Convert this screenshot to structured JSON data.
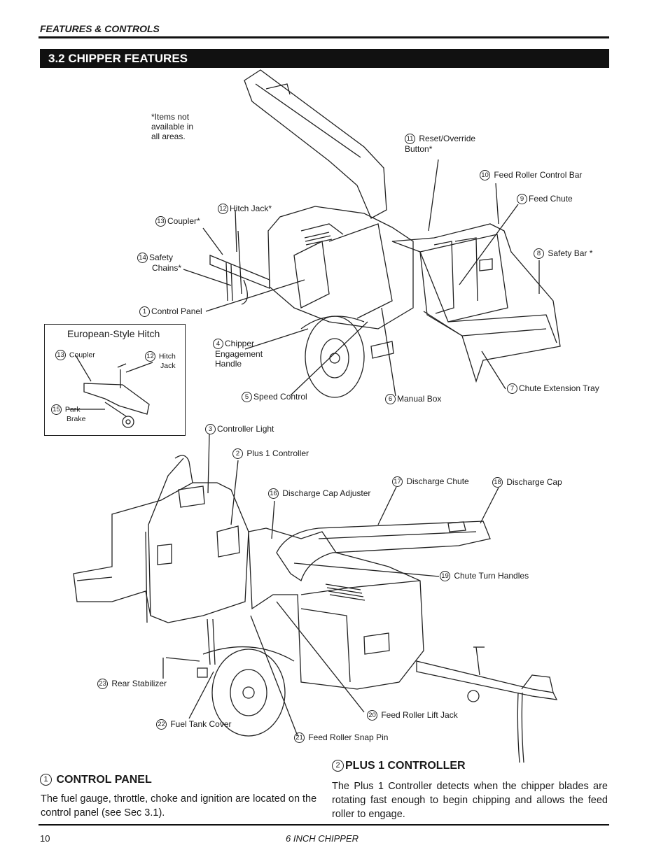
{
  "header": {
    "section": "FEATURES & CONTROLS"
  },
  "section_title": "3.2  CHIPPER FEATURES",
  "note": [
    "*Items not",
    "available in",
    "all areas."
  ],
  "callouts": {
    "c11": {
      "num": "11",
      "line1": "Reset/Override",
      "line2": "Button*"
    },
    "c10": {
      "num": "10",
      "text": "Feed Roller Control Bar"
    },
    "c9": {
      "num": "9",
      "text": "Feed Chute"
    },
    "c8": {
      "num": "8",
      "text": "Safety Bar *"
    },
    "c12": {
      "num": "12",
      "text": "Hitch Jack*"
    },
    "c13": {
      "num": "13",
      "text": "Coupler*"
    },
    "c14": {
      "num": "14",
      "line1": "Safety",
      "line2": "Chains*"
    },
    "c1": {
      "num": "1",
      "text": "Control Panel"
    },
    "c4": {
      "num": "4",
      "line1": "Chipper",
      "line2": "Engagement",
      "line3": "Handle"
    },
    "c5": {
      "num": "5",
      "text": "Speed Control"
    },
    "c6": {
      "num": "6",
      "text": "Manual Box"
    },
    "c7": {
      "num": "7",
      "text": "Chute Extension Tray"
    },
    "c3": {
      "num": "3",
      "text": "Controller Light"
    },
    "c2": {
      "num": "2",
      "text": "Plus 1 Controller"
    },
    "c16": {
      "num": "16",
      "text": "Discharge Cap Adjuster"
    },
    "c17": {
      "num": "17",
      "text": "Discharge Chute"
    },
    "c18": {
      "num": "18",
      "text": "Discharge Cap"
    },
    "c19": {
      "num": "19",
      "text": "Chute Turn Handles"
    },
    "c23": {
      "num": "23",
      "text": "Rear Stabilizer"
    },
    "c22": {
      "num": "22",
      "text": "Fuel Tank Cover"
    },
    "c20": {
      "num": "20",
      "text": "Feed Roller Lift Jack"
    },
    "c21": {
      "num": "21",
      "text": "Feed Roller Snap Pin"
    }
  },
  "euro_hitch": {
    "title": "European-Style Hitch",
    "coupler": {
      "num": "13",
      "text": "Coupler"
    },
    "jack": {
      "num": "12",
      "line1": "Hitch",
      "line2": "Jack"
    },
    "brake": {
      "num": "15",
      "line1": "Park",
      "line2": "Brake"
    }
  },
  "sections": {
    "control_panel": {
      "num": "1",
      "title": "CONTROL PANEL",
      "body": "The fuel gauge, throttle, choke and ignition are located on the control panel (see Sec 3.1)."
    },
    "plus1": {
      "num": "2",
      "title": "PLUS 1 CONTROLLER",
      "body": "The Plus 1 Controller detects when the chipper blades are rotating fast enough to begin chipping and allows the feed roller to engage."
    }
  },
  "footer": {
    "page": "10",
    "title": "6 INCH CHIPPER"
  }
}
